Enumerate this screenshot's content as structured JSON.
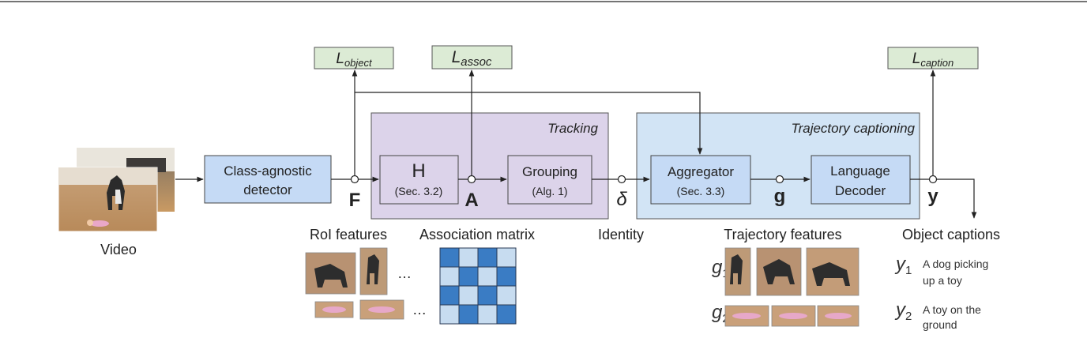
{
  "losses": {
    "object": {
      "base": "L",
      "sub": "object"
    },
    "assoc": {
      "base": "L",
      "sub": "assoc"
    },
    "caption": {
      "base": "L",
      "sub": "caption"
    }
  },
  "panels": {
    "tracking": "Tracking",
    "captioning": "Trajectory captioning"
  },
  "boxes": {
    "detector": {
      "line1": "Class-agnostic",
      "line2": "detector"
    },
    "h": {
      "line1": "H",
      "line2": "(Sec. 3.2)"
    },
    "grouping": {
      "line1": "Grouping",
      "line2": "(Alg. 1)"
    },
    "aggregator": {
      "line1": "Aggregator",
      "line2": "(Sec. 3.3)"
    },
    "decoder": {
      "line1": "Language",
      "line2": "Decoder"
    }
  },
  "symbols": {
    "F": "F",
    "A": "A",
    "delta": "δ",
    "g": "g",
    "y": "y"
  },
  "labels": {
    "video": "Video",
    "roi": "RoI features",
    "assoc": "Association matrix",
    "identity": "Identity",
    "traj": "Trajectory features",
    "captions": "Object captions"
  },
  "ellipsis": "…",
  "matrix": {
    "rows": 4,
    "cols": 4,
    "cells": [
      [
        1,
        0,
        1,
        0
      ],
      [
        0,
        1,
        0,
        1
      ],
      [
        1,
        0,
        1,
        0
      ],
      [
        0,
        1,
        0,
        1
      ]
    ],
    "colors": {
      "on": "#3a7cc4",
      "off": "#c7dcf0"
    }
  },
  "trajectories": [
    {
      "base": "g",
      "sub": "1"
    },
    {
      "base": "g",
      "sub": "2"
    }
  ],
  "captions": [
    {
      "base": "y",
      "sub": "1",
      "line1": "A dog picking",
      "line2": "up a toy"
    },
    {
      "base": "y",
      "sub": "2",
      "line1": "A toy on the",
      "line2": "ground"
    }
  ],
  "colors": {
    "loss_fill": "#dcebd5",
    "box_fill": "#c5daf5",
    "tracking_fill": "#dcd3ea",
    "captioning_fill": "#d2e4f5"
  }
}
